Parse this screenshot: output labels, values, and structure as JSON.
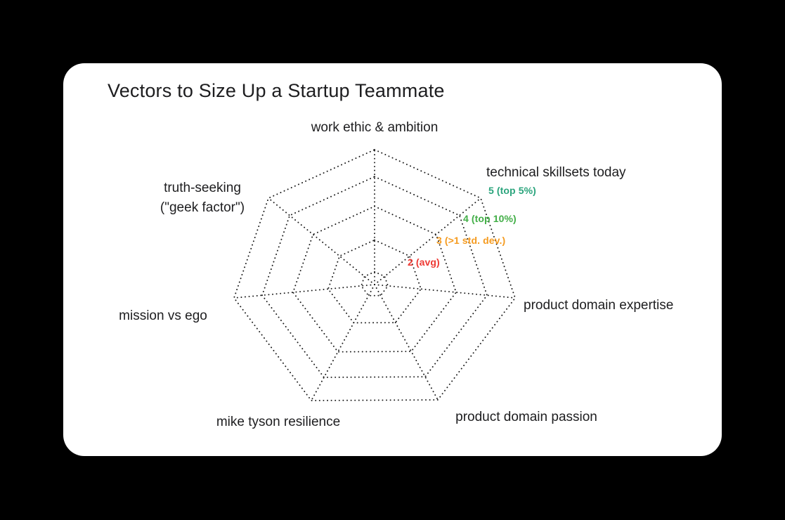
{
  "title": "Vectors to Size Up a Startup Teammate",
  "colors": {
    "page_background": "#000000",
    "card_background": "#ffffff",
    "text": "#1d1d1f",
    "grid": "#1a1a1a"
  },
  "chart_data": {
    "type": "radar",
    "title": "Vectors to Size Up a Startup Teammate",
    "grid": {
      "style": "dotted",
      "color": "#1a1a1a",
      "shape": "heptagon"
    },
    "legend_position": "none",
    "axes": [
      {
        "label": "work ethic & ambition",
        "lines": [
          "work ethic & ambition"
        ]
      },
      {
        "label": "technical skillsets today",
        "lines": [
          "technical skillsets today"
        ]
      },
      {
        "label": "product domain expertise",
        "lines": [
          "product domain expertise"
        ]
      },
      {
        "label": "product domain passion",
        "lines": [
          "product domain passion"
        ]
      },
      {
        "label": "mike tyson resilience",
        "lines": [
          "mike tyson resilience"
        ]
      },
      {
        "label": "mission vs ego",
        "lines": [
          "mission vs ego"
        ]
      },
      {
        "label": "truth-seeking (\"geek factor\")",
        "lines": [
          "truth-seeking",
          "(\"geek factor\")"
        ]
      }
    ],
    "scale": {
      "min": 0,
      "max": 5,
      "rings": [
        1,
        2,
        3,
        4,
        5
      ],
      "ring_labels": [
        {
          "value": 5,
          "label": "5 (top 5%)",
          "color": "#2aa47c"
        },
        {
          "value": 4,
          "label": "4 (top 10%)",
          "color": "#42ae47"
        },
        {
          "value": 3,
          "label": "3 (>1 std. dev.)",
          "color": "#f59b20"
        },
        {
          "value": 2,
          "label": "2 (avg)",
          "color": "#ee3a34"
        }
      ]
    },
    "series": []
  }
}
